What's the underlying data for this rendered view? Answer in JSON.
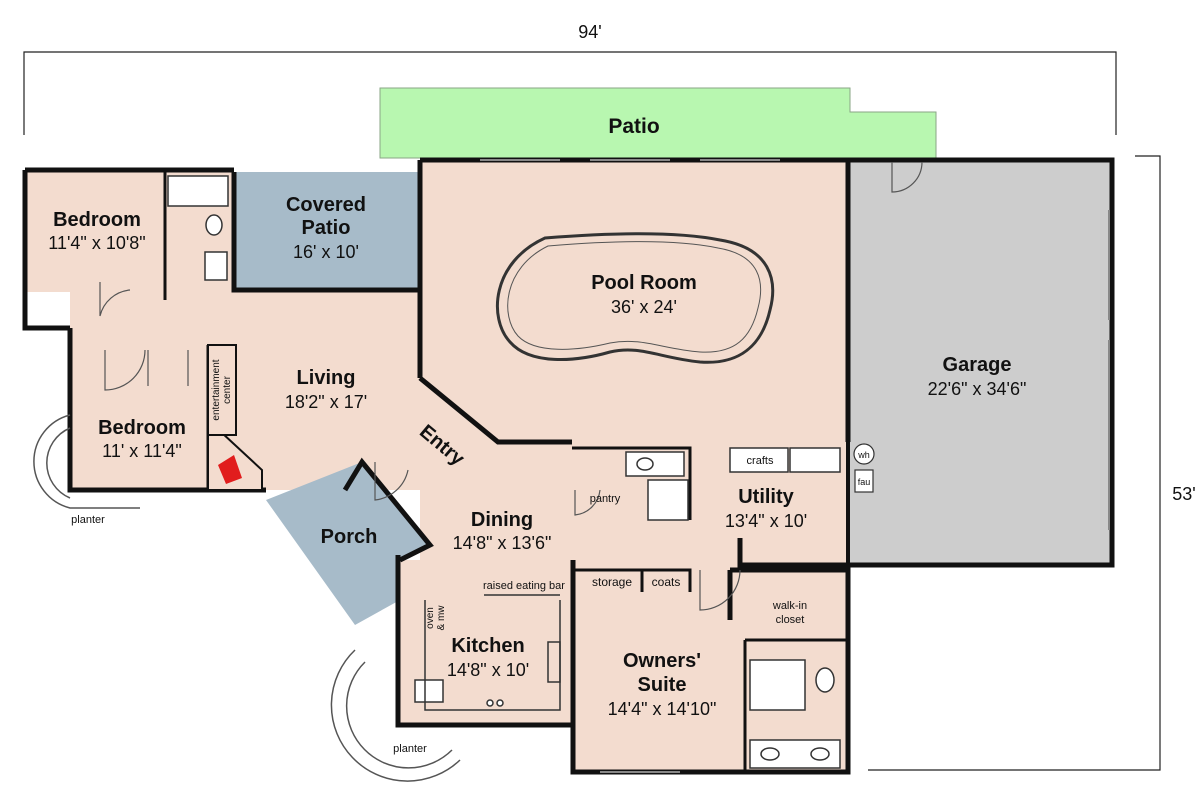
{
  "colors": {
    "interior": "#f3dccf",
    "covered": "#a7bbc9",
    "patio": "#b8f7b0",
    "garage": "#cdcdcd",
    "wall": "#111111",
    "fireplace": "#e11d1d"
  },
  "dimensions": {
    "width": "94'",
    "depth": "53'"
  },
  "rooms": {
    "patio": {
      "name": "Patio"
    },
    "covered_patio": {
      "name_line1": "Covered",
      "name_line2": "Patio",
      "dims": "16' x 10'"
    },
    "bedroom1": {
      "name": "Bedroom",
      "dims": "11'4\" x 10'8\""
    },
    "bedroom2": {
      "name": "Bedroom",
      "dims": "11' x 11'4\""
    },
    "living": {
      "name": "Living",
      "dims": "18'2\" x 17'"
    },
    "pool_room": {
      "name": "Pool Room",
      "dims": "36' x 24'"
    },
    "garage": {
      "name": "Garage",
      "dims": "22'6\" x 34'6\""
    },
    "porch": {
      "name": "Porch"
    },
    "entry": {
      "name": "Entry"
    },
    "dining": {
      "name": "Dining",
      "dims": "14'8\" x 13'6\""
    },
    "utility": {
      "name": "Utility",
      "dims": "13'4\" x 10'"
    },
    "kitchen": {
      "name": "Kitchen",
      "dims": "14'8\" x 10'"
    },
    "owners_suite": {
      "name_line1": "Owners'",
      "name_line2": "Suite",
      "dims": "14'4\" x 14'10\""
    }
  },
  "notes": {
    "entertainment_line1": "entertainment",
    "entertainment_line2": "center",
    "crafts": "crafts",
    "pantry": "pantry",
    "wh": "wh",
    "fau": "fau",
    "storage": "storage",
    "coats": "coats",
    "raised_bar": "raised eating bar",
    "oven_line1": "oven",
    "oven_line2": "& mw",
    "walkin_line1": "walk-in",
    "walkin_line2": "closet",
    "planter_left": "planter",
    "planter_bottom": "planter"
  }
}
